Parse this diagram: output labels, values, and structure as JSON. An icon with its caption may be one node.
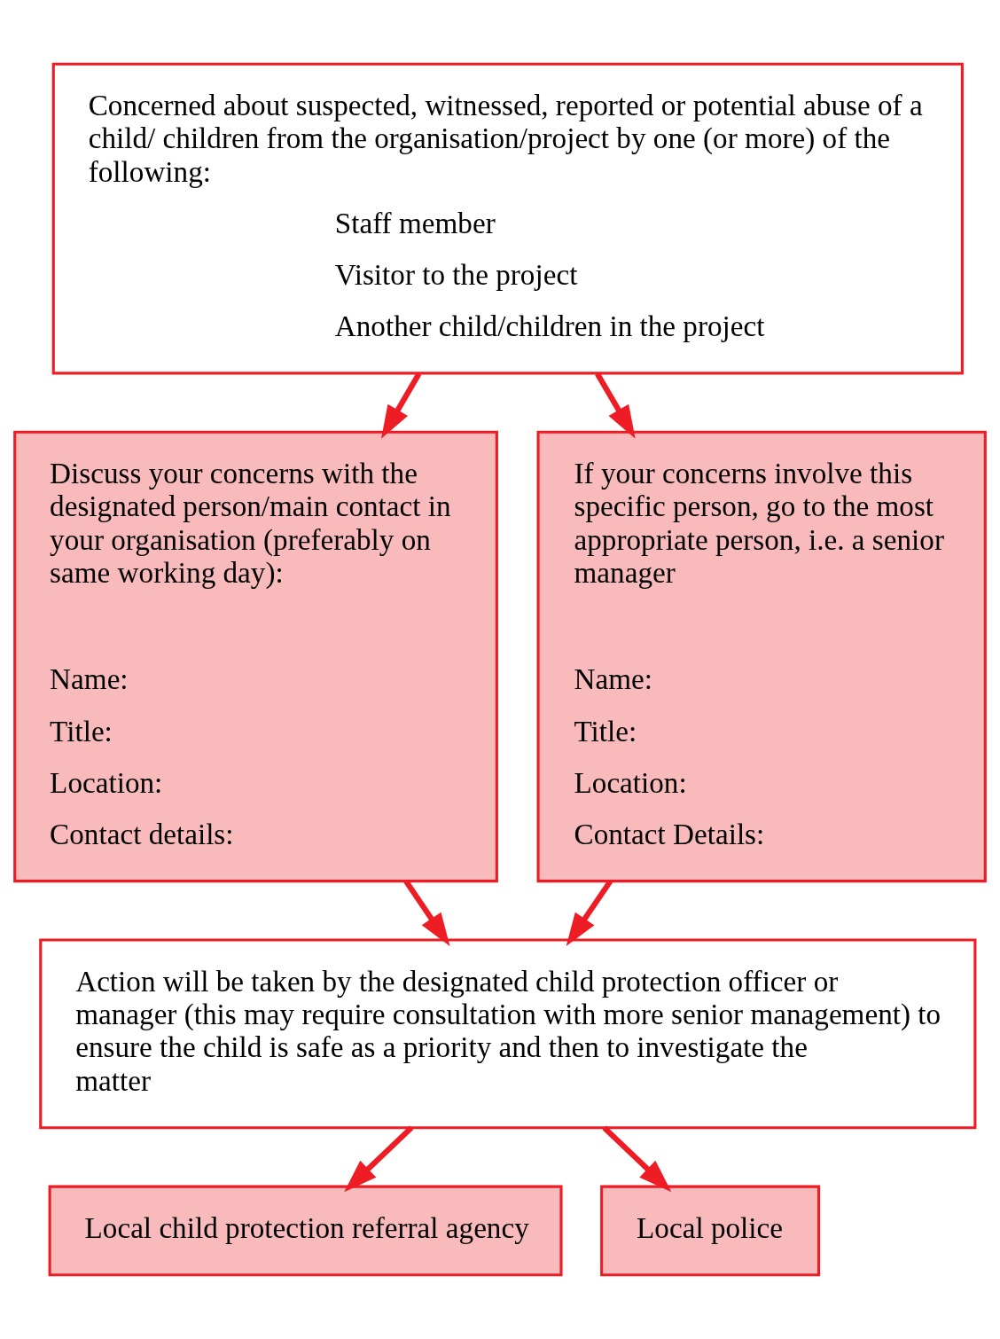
{
  "diagram": {
    "nodes": [
      {
        "text": [
          "Concerned about suspected, witnessed, reported or potential abuse of a child/ children from the organisation/project by one (or more) of the following:",
          "Staff member",
          "Visitor to the project",
          "Another child/children in the project"
        ]
      },
      {
        "text": [
          "Discuss your concerns with the designated person/main contact in your organisation (preferably on same working day):",
          "Name:",
          "Title:",
          "Location:",
          "Contact details:"
        ]
      },
      {
        "text": [
          "If your concerns involve this specific person, go to the most appropriate person, i.e. a senior manager",
          "Name:",
          "Title:",
          "Location:",
          "Contact Details:"
        ]
      },
      {
        "text": [
          "Action will be taken by the designated child protection officer or manager (this may require consultation with more senior management) to ensure the child is safe as a priority and then to investigate the matter"
        ]
      },
      {
        "text": [
          "Local child protection referral agency"
        ]
      },
      {
        "text": [
          "Local police"
        ]
      }
    ],
    "edges": [
      {
        "from": 0,
        "to": 1,
        "arrow": "to"
      },
      {
        "from": 0,
        "to": 2,
        "arrow": "to"
      },
      {
        "from": 1,
        "to": 3,
        "arrow": "to"
      },
      {
        "from": 2,
        "to": 3,
        "arrow": "to"
      },
      {
        "from": 3,
        "to": 4,
        "arrow": "to"
      },
      {
        "from": 3,
        "to": 5,
        "arrow": "to"
      }
    ]
  }
}
